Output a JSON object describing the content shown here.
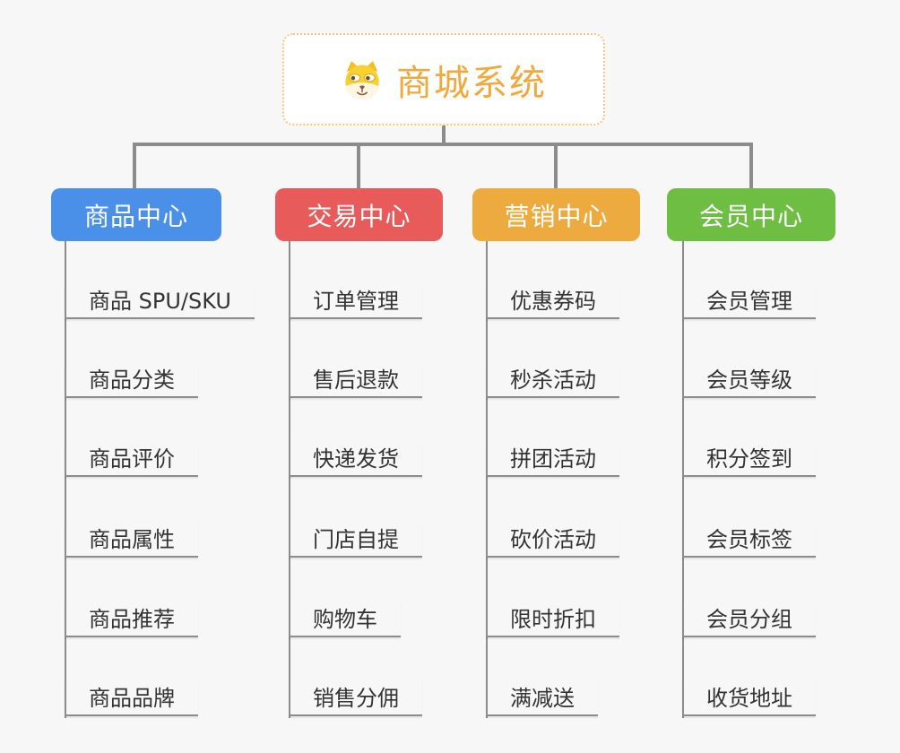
{
  "root": {
    "label": "商城系统",
    "icon": "dog-face-icon",
    "text_color": "#F2A93B",
    "border_color": "#F6C77C"
  },
  "branches": [
    {
      "label": "商品中心",
      "color": "#4A90E8",
      "children": [
        "商品 SPU/SKU",
        "商品分类",
        "商品评价",
        "商品属性",
        "商品推荐",
        "商品品牌"
      ]
    },
    {
      "label": "交易中心",
      "color": "#E85B5B",
      "children": [
        "订单管理",
        "售后退款",
        "快递发货",
        "门店自提",
        "购物车",
        "销售分佣"
      ]
    },
    {
      "label": "营销中心",
      "color": "#EDAB3F",
      "children": [
        "优惠券码",
        "秒杀活动",
        "拼团活动",
        "砍价活动",
        "限时折扣",
        "满减送"
      ]
    },
    {
      "label": "会员中心",
      "color": "#6FBE44",
      "children": [
        "会员管理",
        "会员等级",
        "积分签到",
        "会员标签",
        "会员分组",
        "收货地址"
      ]
    }
  ],
  "connector_color": "#8C8C8C",
  "background_color": "#F7F7F7",
  "leaf_text_color": "#333333"
}
